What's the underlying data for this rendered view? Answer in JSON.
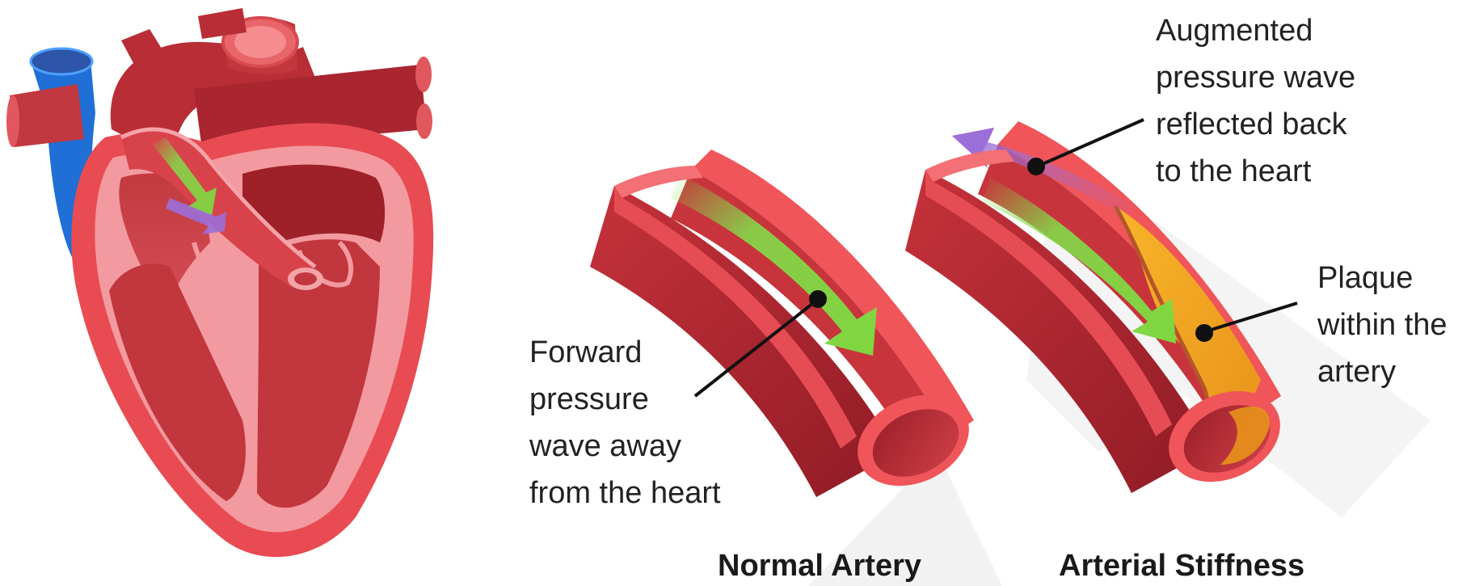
{
  "labels": {
    "forward": [
      "Forward",
      "pressure",
      "wave away",
      "from the heart"
    ],
    "augmented": [
      "Augmented",
      "pressure wave",
      "reflected back",
      "to the heart"
    ],
    "plaque": [
      "Plaque",
      "within the",
      "artery"
    ]
  },
  "captions": {
    "normal": "Normal Artery",
    "stiffness": "Arterial Stiffness"
  },
  "colors": {
    "artery_outer": "#f0555a",
    "artery_dark": "#a8222c",
    "artery_mid": "#c8343c",
    "vein": "#1f6fd6",
    "forward_wave": "#84d94a",
    "reflected_wave": "#9b6fd8",
    "plaque": "#f6a21a",
    "text": "#222222"
  },
  "icons": {
    "forward_wave": "green-arrow-icon",
    "reflected_wave": "purple-arrow-icon"
  }
}
